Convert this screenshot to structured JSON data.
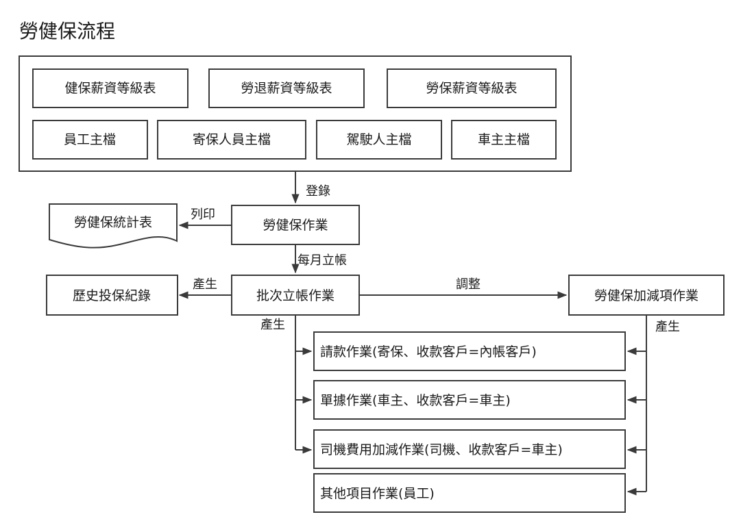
{
  "title": "勞健保流程",
  "master_files": {
    "row1": [
      "健保薪資等級表",
      "勞退薪資等級表",
      "勞保薪資等級表"
    ],
    "row2": [
      "員工主檔",
      "寄保人員主檔",
      "駕駛人主檔",
      "車主主檔"
    ]
  },
  "nodes": {
    "labor_health_insurance_op": "勞健保作業",
    "statistics_report": "勞健保統計表",
    "batch_posting_op": "批次立帳作業",
    "insurance_history": "歷史投保紀錄",
    "adjustment_op": "勞健保加減項作業"
  },
  "outputs": [
    "請款作業(寄保、收款客戶=內帳客戶)",
    "單據作業(車主、收款客戶=車主)",
    "司機費用加減作業(司機、收款客戶=車主)",
    "其他項目作業(員工)"
  ],
  "edge_labels": {
    "register": "登錄",
    "print": "列印",
    "monthly_posting": "每月立帳",
    "generate_history": "產生",
    "adjust": "調整",
    "generate_outputs": "產生",
    "generate_adjust_outputs": "產生"
  }
}
